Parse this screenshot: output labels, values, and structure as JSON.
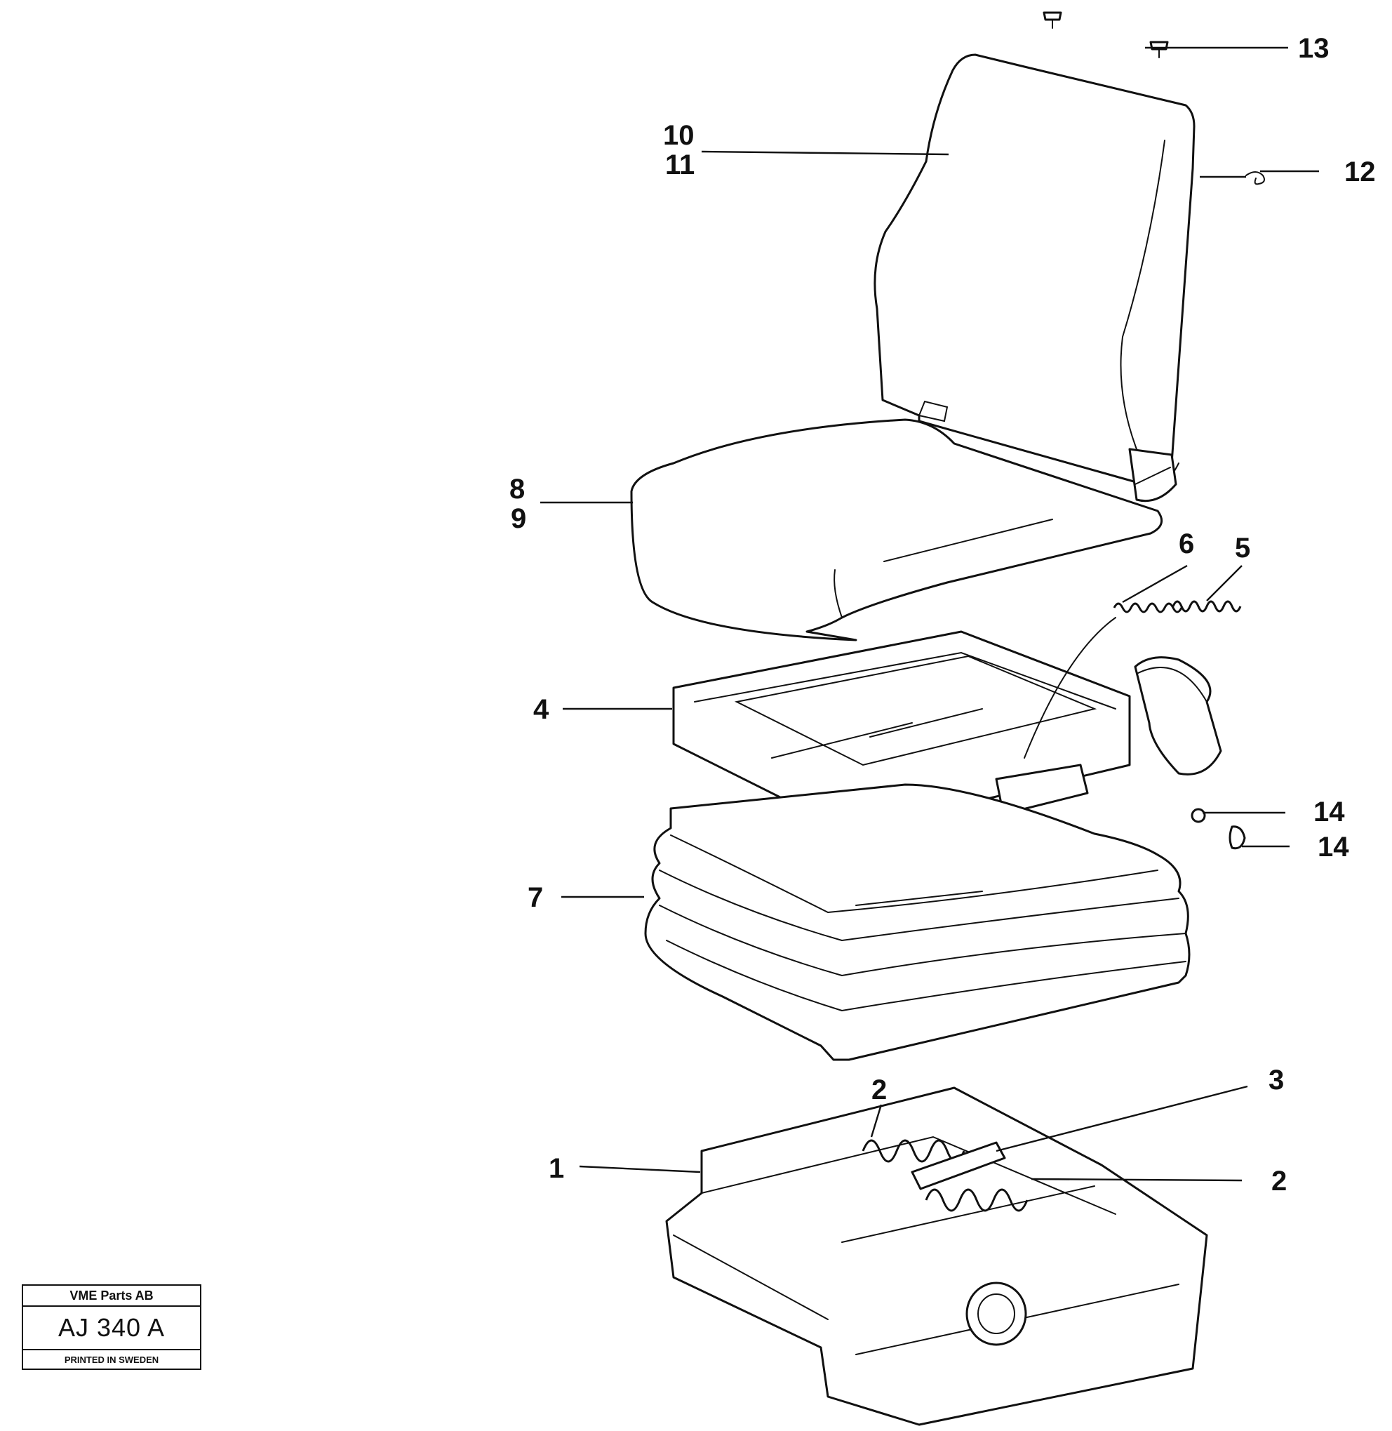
{
  "callouts": {
    "c1": "1",
    "c2a": "2",
    "c2b": "2",
    "c3": "3",
    "c4": "4",
    "c5": "5",
    "c6": "6",
    "c7": "7",
    "c8": "8",
    "c9": "9",
    "c10": "10",
    "c11": "11",
    "c12": "12",
    "c13": "13",
    "c14a": "14",
    "c14b": "14"
  },
  "title_block": {
    "company": "VME Parts AB",
    "code": "AJ 340 A",
    "printed": "PRINTED IN SWEDEN"
  }
}
